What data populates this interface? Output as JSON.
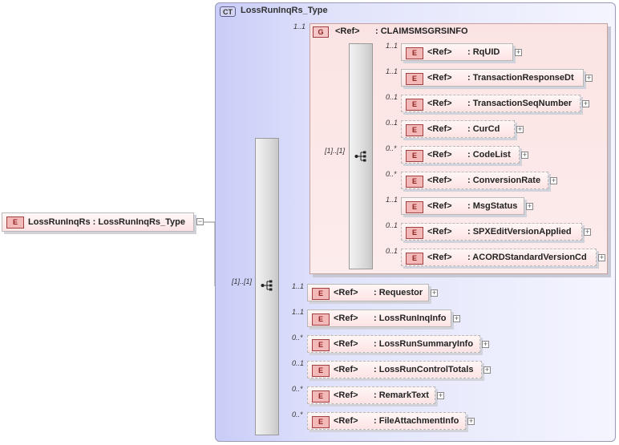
{
  "root": {
    "badge": "E",
    "label": "LossRunInqRs : LossRunInqRs_Type"
  },
  "complex_type": {
    "badge": "CT",
    "name": "LossRunInqRs_Type"
  },
  "group": {
    "badge": "G",
    "ref": "<Ref>",
    "name": ": CLAIMSMSGRSINFO",
    "cardinality": "1..1",
    "seq_cardinality": "[1]..[1]"
  },
  "outer_seq_cardinality": "[1]..[1]",
  "group_children": [
    {
      "card": "1..1",
      "badge": "E",
      "ref": "<Ref>",
      "name": ": RqUID",
      "optional": false
    },
    {
      "card": "1..1",
      "badge": "E",
      "ref": "<Ref>",
      "name": ": TransactionResponseDt",
      "optional": false
    },
    {
      "card": "0..1",
      "badge": "E",
      "ref": "<Ref>",
      "name": ": TransactionSeqNumber",
      "optional": true
    },
    {
      "card": "0..1",
      "badge": "E",
      "ref": "<Ref>",
      "name": ": CurCd",
      "optional": true
    },
    {
      "card": "0..*",
      "badge": "E",
      "ref": "<Ref>",
      "name": ": CodeList",
      "optional": true
    },
    {
      "card": "0..*",
      "badge": "E",
      "ref": "<Ref>",
      "name": ": ConversionRate",
      "optional": true
    },
    {
      "card": "1..1",
      "badge": "E",
      "ref": "<Ref>",
      "name": ": MsgStatus",
      "optional": false
    },
    {
      "card": "0..1",
      "badge": "E",
      "ref": "<Ref>",
      "name": ": SPXEditVersionApplied",
      "optional": true
    },
    {
      "card": "0..1",
      "badge": "E",
      "ref": "<Ref>",
      "name": ": ACORDStandardVersionCd",
      "optional": true
    }
  ],
  "children": [
    {
      "card": "1..1",
      "badge": "E",
      "ref": "<Ref>",
      "name": ": Requestor",
      "optional": false
    },
    {
      "card": "1..1",
      "badge": "E",
      "ref": "<Ref>",
      "name": ": LossRunInqInfo",
      "optional": false
    },
    {
      "card": "0..*",
      "badge": "E",
      "ref": "<Ref>",
      "name": ": LossRunSummaryInfo",
      "optional": true
    },
    {
      "card": "0..1",
      "badge": "E",
      "ref": "<Ref>",
      "name": ": LossRunControlTotals",
      "optional": true
    },
    {
      "card": "0..*",
      "badge": "E",
      "ref": "<Ref>",
      "name": ": RemarkText",
      "optional": true
    },
    {
      "card": "0..*",
      "badge": "E",
      "ref": "<Ref>",
      "name": ": FileAttachmentInfo",
      "optional": true
    }
  ],
  "expand_glyph": "+",
  "collapse_glyph": "−"
}
